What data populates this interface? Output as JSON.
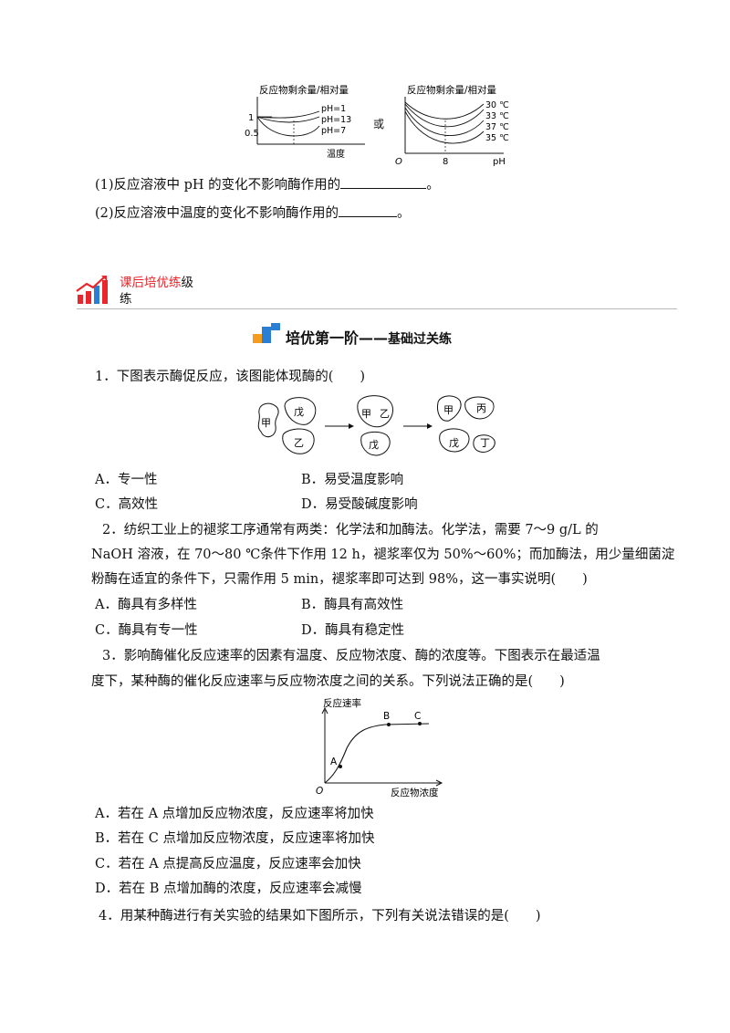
{
  "top_figures": {
    "left_chart": {
      "ylabel": "反应物剩余量/相对量",
      "y_ticks": [
        "1",
        "0.5"
      ],
      "xlabel": "温度",
      "series": [
        "pH=1",
        "pH=13",
        "pH=7"
      ]
    },
    "or_text": "或",
    "right_chart": {
      "ylabel": "反应物剩余量/相对量",
      "origin": "O",
      "x_tick": "8",
      "xlabel": "pH",
      "series": [
        "30 ℃",
        "33 ℃",
        "37 ℃",
        "35 ℃"
      ]
    }
  },
  "q_pre": {
    "item1": "(1)反应溶液中 pH 的变化不影响酶作用的",
    "item1_end": "。",
    "item2": "(2)反应溶液中温度的变化不影响酶作用的",
    "item2_end": "。"
  },
  "section_header": {
    "title_red": "课后培优练",
    "title_black": "级",
    "title_line2": "练",
    "accent_color": "#e8262b"
  },
  "stage_title": {
    "part1": "培优第一阶",
    "dash": "——",
    "part2": "基础过关练"
  },
  "questions": [
    {
      "stem": "1．下图表示酶促反应，该图能体现酶的(　　)",
      "figure_labels": [
        "甲",
        "戊",
        "乙",
        "甲",
        "乙",
        "戊",
        "甲",
        "丙",
        "戊",
        "丁"
      ],
      "options": [
        "A．专一性",
        "B．易受温度影响",
        "C．高效性",
        "D．易受酸碱度影响"
      ]
    },
    {
      "stem_lines": [
        "2．纺织工业上的褪浆工序通常有两类：化学法和加酶法。化学法，需要 7～9 g/L 的",
        "NaOH 溶液，在 70～80 ℃条件下作用 12 h，褪浆率仅为 50%～60%；而加酶法，用少量细菌淀",
        "粉酶在适宜的条件下，只需作用 5 min，褪浆率即可达到 98%，这一事实说明(　　)"
      ],
      "options": [
        "A．酶具有多样性",
        "B．酶具有高效性",
        "C．酶具有专一性",
        "D．酶具有稳定性"
      ]
    },
    {
      "stem_lines": [
        "3．影响酶催化反应速率的因素有温度、反应物浓度、酶的浓度等。下图表示在最适温",
        "度下，某种酶的催化反应速率与反应物浓度之间的关系。下列说法正确的是(　　)"
      ],
      "chart": {
        "ylabel": "反应速率",
        "xlabel": "反应物浓度",
        "origin": "O",
        "points": [
          "A",
          "B",
          "C"
        ]
      },
      "options": [
        "A．若在 A 点增加反应物浓度，反应速率将加快",
        "B．若在 C 点增加反应物浓度，反应速率将加快",
        "C．若在 A 点提高反应温度，反应速率会加快",
        "D．若在 B 点增加酶的浓度，反应速率会减慢"
      ]
    },
    {
      "stem": "4．用某种酶进行有关实验的结果如下图所示，下列有关说法错误的是(　　)"
    }
  ]
}
